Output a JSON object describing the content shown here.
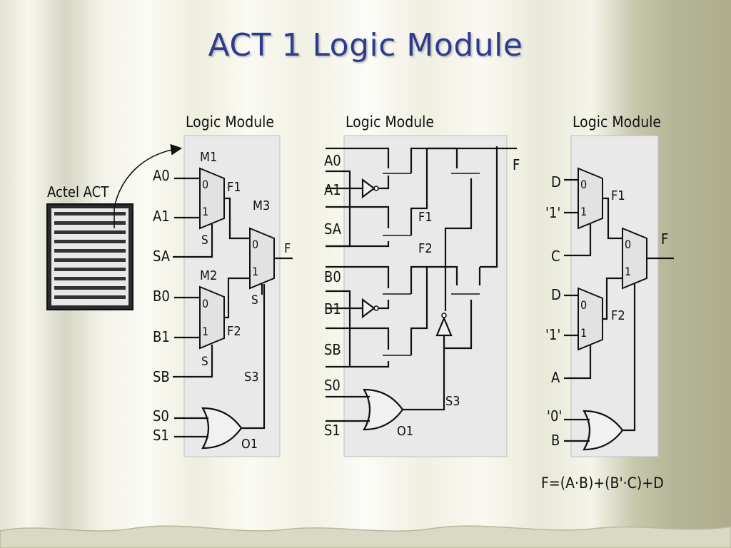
{
  "title": "ACT 1 Logic Module",
  "chip": {
    "label": "Actel ACT"
  },
  "panels": [
    {
      "header": "Logic Module",
      "labels": {
        "a0": "A0",
        "a1": "A1",
        "sa": "SA",
        "b0": "B0",
        "b1": "B1",
        "sb": "SB",
        "s0": "S0",
        "s1": "S1",
        "m1": "M1",
        "m2": "M2",
        "m3": "M3",
        "f1": "F1",
        "f2": "F2",
        "f": "F",
        "s3": "S3",
        "o1": "O1",
        "s": "S",
        "in0": "0",
        "in1": "1"
      }
    },
    {
      "header": "Logic Module",
      "labels": {
        "a0": "A0",
        "a1": "A1",
        "sa": "SA",
        "b0": "B0",
        "b1": "B1",
        "sb": "SB",
        "s0": "S0",
        "s1": "S1",
        "f1": "F1",
        "f2": "F2",
        "f": "F",
        "s3": "S3",
        "o1": "O1"
      }
    },
    {
      "header": "Logic Module",
      "labels": {
        "d": "D",
        "one": "'1'",
        "c": "C",
        "a": "A",
        "zero": "'0'",
        "b": "B",
        "f1": "F1",
        "f2": "F2",
        "f": "F",
        "in0": "0",
        "in1": "1"
      }
    }
  ],
  "equation": "F=(A·B)+(B'·C)+D"
}
